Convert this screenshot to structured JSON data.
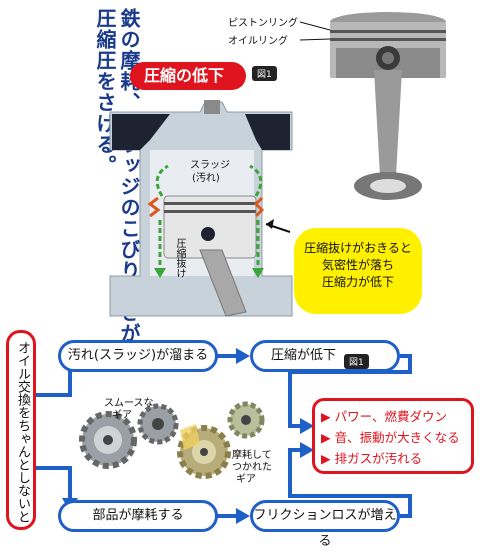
{
  "headline": {
    "line1": "鉄の摩耗、スラッジのこびりつきが",
    "line2": "圧縮圧をさげる。"
  },
  "badge": {
    "label": "圧縮の低下",
    "fig": "図1"
  },
  "piston_photo": {
    "ring1": "ピストンリング",
    "ring2": "オイルリング"
  },
  "cylinder": {
    "sludge_line1": "スラッジ",
    "sludge_line2": "(汚れ)",
    "leak": "圧縮抜け"
  },
  "note": {
    "line1": "圧縮抜けがおきると",
    "line2": "気密性が落ち",
    "line3": "圧縮力が低下"
  },
  "flow": {
    "side_box": "オイル交換をちゃんとしないと",
    "dirt": "汚れ(スラッジ)が溜まる",
    "compression": "圧縮が低下",
    "compression_fig": "図1",
    "wear": "部品が摩耗する",
    "friction": "フリクションロスが増える"
  },
  "gears": {
    "smooth": "スムースな",
    "smooth2": "ギア",
    "worn1": "摩耗して",
    "worn2": "つかれた",
    "worn3": "ギア"
  },
  "results": [
    "パワー、燃費ダウン",
    "音、振動が大きくなる",
    "排ガスが汚れる"
  ],
  "colors": {
    "accent_red": "#e0141e",
    "flow_blue": "#1e5fc8",
    "headline_blue": "#1a3a8c",
    "note_yellow": "#fff000"
  }
}
